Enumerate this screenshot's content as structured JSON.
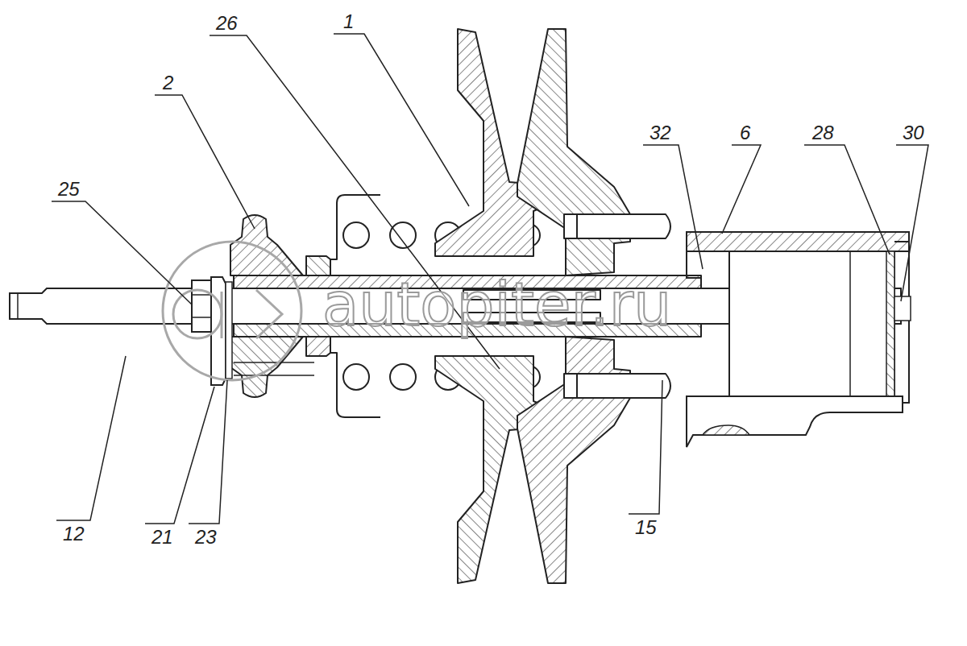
{
  "diagram": {
    "labels": [
      "26",
      "1",
      "2",
      "32",
      "6",
      "28",
      "30",
      "25",
      "12",
      "21",
      "23",
      "15",
      "autopiter.ru"
    ]
  }
}
